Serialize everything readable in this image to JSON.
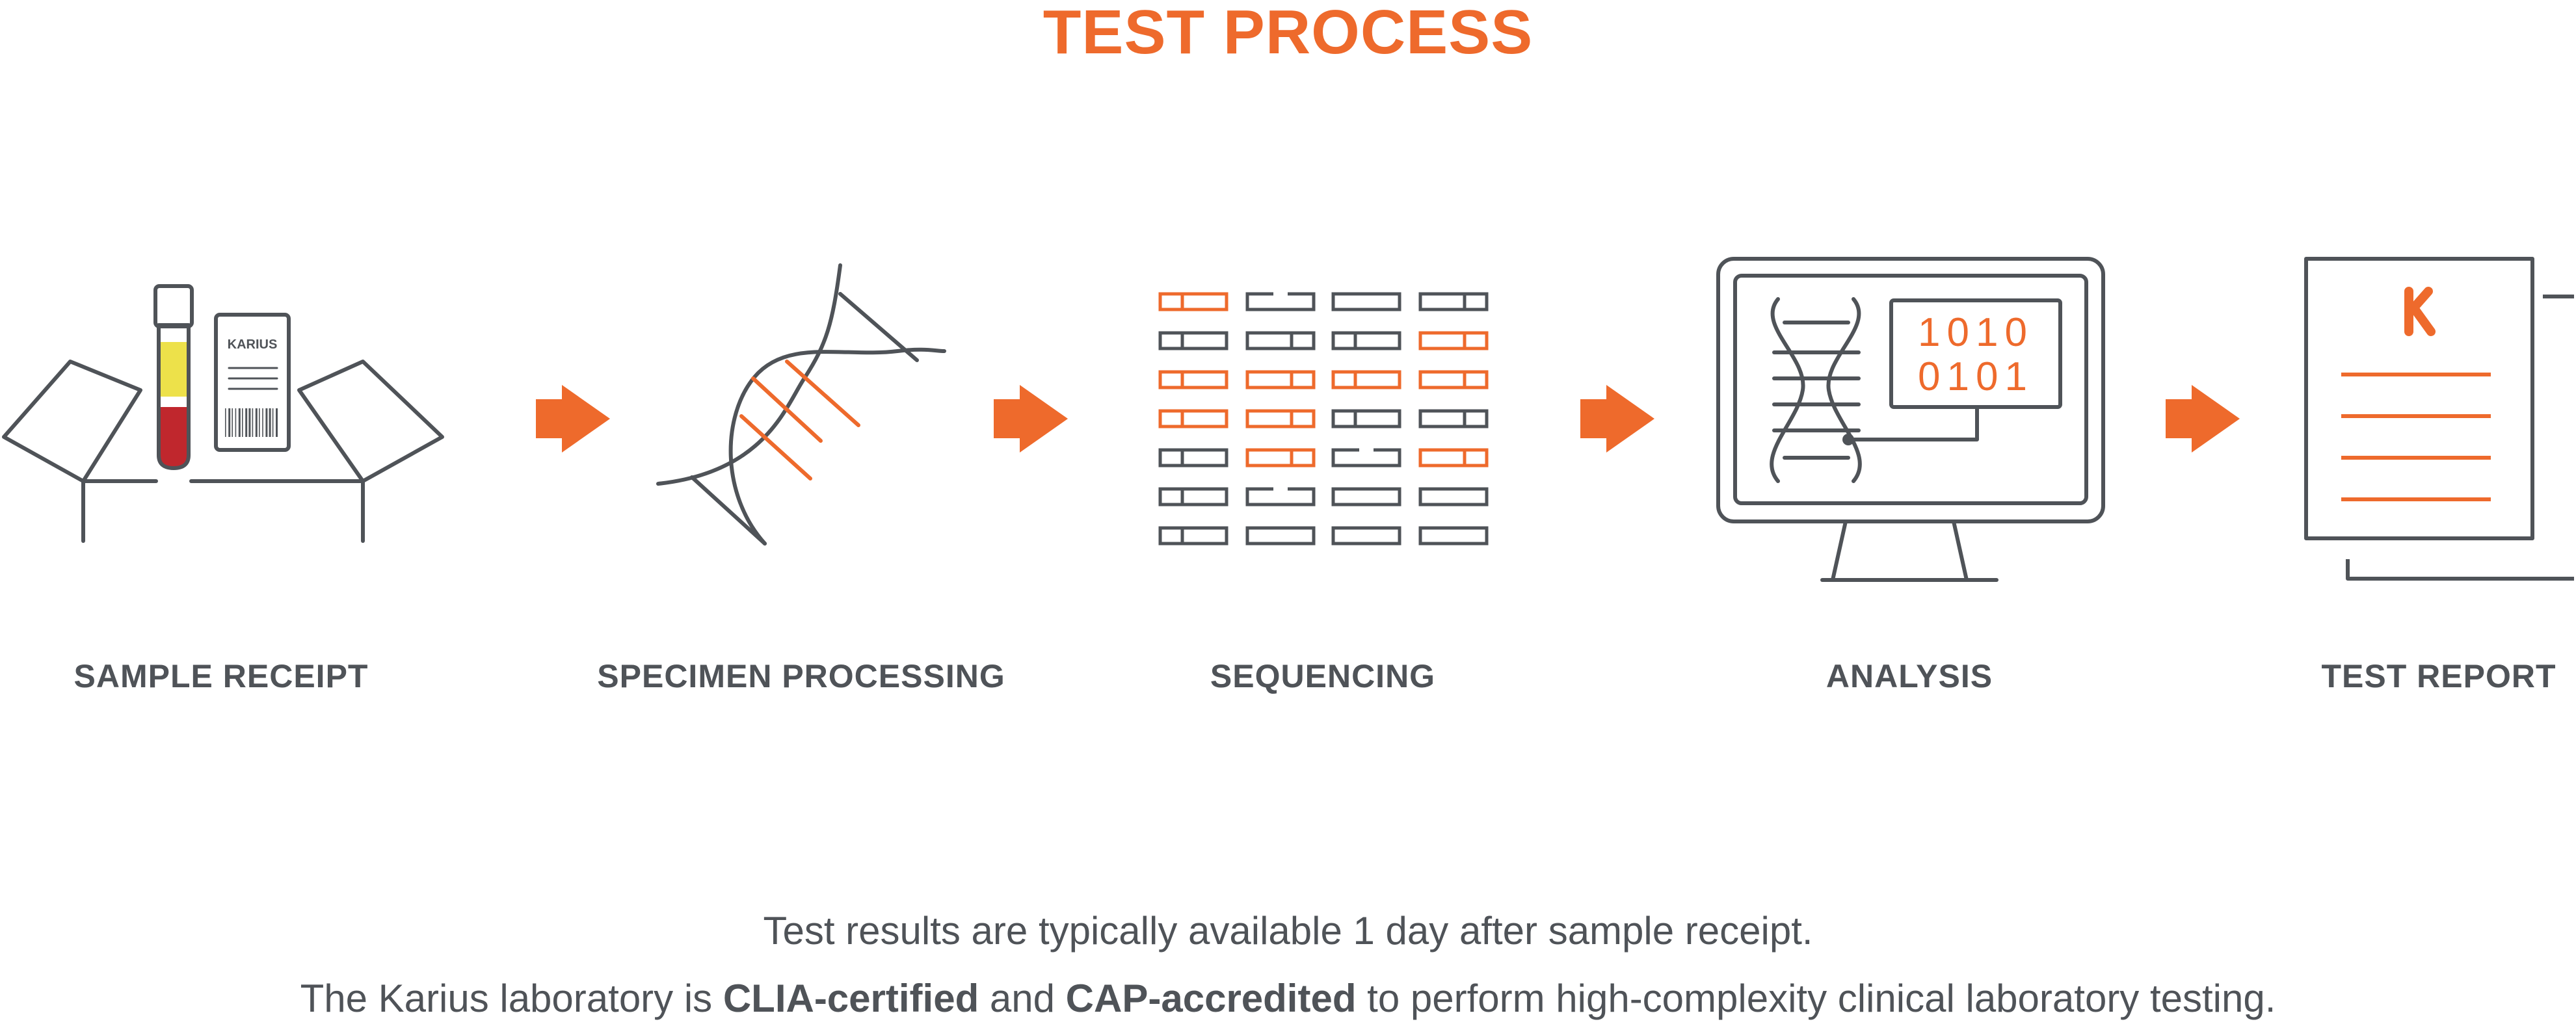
{
  "title": "TEST PROCESS",
  "colors": {
    "accent": "#ee6a2c",
    "stroke": "#4f5358",
    "tube_yellow": "#ede14a",
    "tube_red": "#c0272d"
  },
  "steps": [
    {
      "label": "SAMPLE RECEIPT",
      "icon": "sample-box-icon"
    },
    {
      "label": "SPECIMEN PROCESSING",
      "icon": "dna-helix-icon"
    },
    {
      "label": "SEQUENCING",
      "icon": "sequence-grid-icon"
    },
    {
      "label": "ANALYSIS",
      "icon": "monitor-analysis-icon"
    },
    {
      "label": "TEST REPORT",
      "icon": "report-document-icon"
    }
  ],
  "sample_card_brand": "KARIUS",
  "binary": {
    "line1": "1010",
    "line2": "0101"
  },
  "report_logo": "K",
  "footer": {
    "line1": "Test results are typically available 1 day after sample receipt.",
    "line2_a": "The Karius laboratory is ",
    "line2_b": "CLIA-certified",
    "line2_c": " and ",
    "line2_d": "CAP-accredited",
    "line2_e": " to perform high-complexity clinical laboratory testing."
  }
}
